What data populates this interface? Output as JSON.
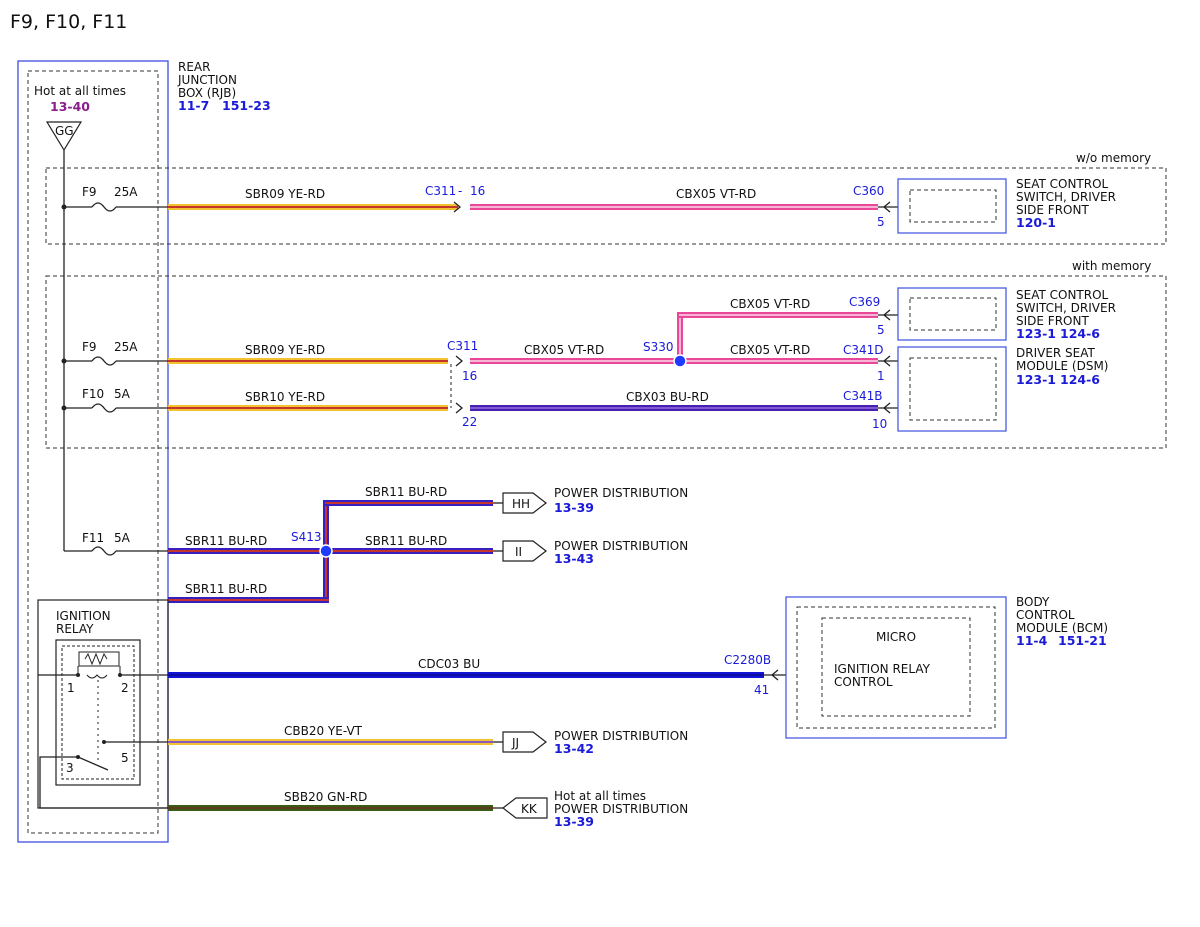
{
  "header": {
    "title": "F9, F10, F11"
  },
  "rjb": {
    "name_lines": [
      "REAR",
      "JUNCTION",
      "BOX (RJB)"
    ],
    "refs": [
      "11-7",
      "151-23"
    ],
    "hot_label": "Hot at all times",
    "hot_ref": "13-40",
    "connector_gg": "GG"
  },
  "sections": {
    "without_memory": "w/o memory",
    "with_memory": "with memory"
  },
  "fuses": {
    "f9_top": {
      "id": "F9",
      "rating": "25A"
    },
    "f9_mid": {
      "id": "F9",
      "rating": "25A"
    },
    "f10": {
      "id": "F10",
      "rating": "5A"
    },
    "f11": {
      "id": "F11",
      "rating": "5A"
    }
  },
  "wires": {
    "sbr09_top": "SBR09  YE-RD",
    "cbx05_top": "CBX05  VT-RD",
    "cbx05_upper": "CBX05  VT-RD",
    "sbr09_mid": "SBR09  YE-RD",
    "cbx05_mid_left": "CBX05  VT-RD",
    "cbx05_mid_right": "CBX05  VT-RD",
    "sbr10": "SBR10  YE-RD",
    "cbx03": "CBX03  BU-RD",
    "sbr11_top": "SBR11  BU-RD",
    "sbr11_mid_left": "SBR11  BU-RD",
    "sbr11_mid_right": "SBR11  BU-RD",
    "sbr11_low": "SBR11  BU-RD",
    "cdc03": "CDC03  BU",
    "cbb20": "CBB20  YE-VT",
    "sbb20": "SBB20  GN-RD"
  },
  "connectors": {
    "c311_top": "C311",
    "c311_top_pin": "16",
    "c311_mid": "C311",
    "c311_mid_pin": "16",
    "c311_low_pin": "22",
    "c360": "C360",
    "c360_pin": "5",
    "c369": "C369",
    "c369_pin": "5",
    "c341d": "C341D",
    "c341d_pin": "1",
    "c341b": "C341B",
    "c341b_pin": "10",
    "c2280b": "C2280B",
    "c2280b_pin": "41"
  },
  "splices": {
    "s330": "S330",
    "s413": "S413"
  },
  "components": {
    "seat_switch_wo": {
      "lines": [
        "SEAT CONTROL",
        "SWITCH, DRIVER",
        "SIDE FRONT"
      ],
      "refs": [
        "120-1"
      ]
    },
    "seat_switch_with": {
      "lines": [
        "SEAT CONTROL",
        "SWITCH, DRIVER",
        "SIDE FRONT"
      ],
      "refs": [
        "123-1",
        "124-6"
      ]
    },
    "dsm": {
      "lines": [
        "DRIVER SEAT",
        "MODULE (DSM)"
      ],
      "refs": [
        "123-1",
        "124-6"
      ]
    },
    "bcm": {
      "lines": [
        "BODY",
        "CONTROL",
        "MODULE (BCM)"
      ],
      "refs": [
        "11-4",
        "151-21"
      ],
      "micro": "MICRO",
      "control_lines": [
        "IGNITION RELAY",
        "CONTROL"
      ]
    },
    "ignition_relay": {
      "lines": [
        "IGNITION",
        "RELAY"
      ],
      "pins": [
        "1",
        "2",
        "3",
        "5"
      ]
    }
  },
  "power_dist": {
    "hh": {
      "tag": "HH",
      "label": "POWER DISTRIBUTION",
      "ref": "13-39"
    },
    "ii": {
      "tag": "II",
      "label": "POWER DISTRIBUTION",
      "ref": "13-43"
    },
    "jj": {
      "tag": "JJ",
      "label": "POWER DISTRIBUTION",
      "ref": "13-42"
    },
    "kk": {
      "tag": "KK",
      "hot": "Hot at all times",
      "label": "POWER DISTRIBUTION",
      "ref": "13-39"
    }
  },
  "colors": {
    "yellow": "#f2c230",
    "red_stripe": "#c4352b",
    "pink": "#e8479a",
    "pink_light": "#f7b5d6",
    "violet": "#4a1fae",
    "blue": "#1414d6",
    "blue_dark": "#0d0d9e",
    "green": "#3b5a16",
    "component_border": "#3d4fe0",
    "splice": "#1f3bff"
  }
}
